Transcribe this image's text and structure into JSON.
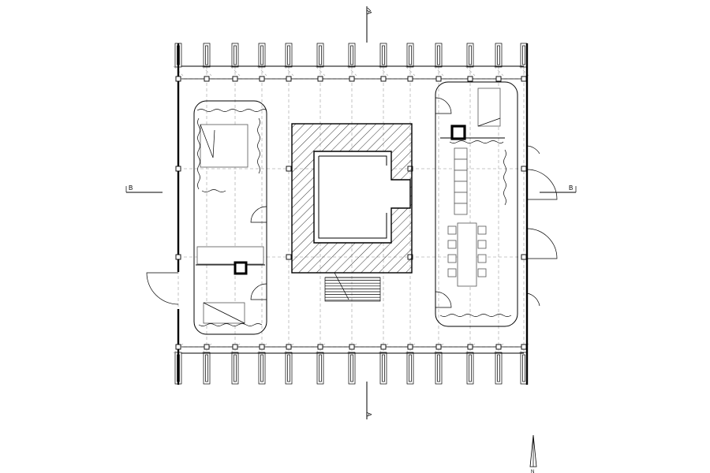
{
  "drawing": {
    "section_marks": {
      "a_top": "A",
      "a_bottom": "A",
      "b_left": "B",
      "b_right": "B"
    },
    "north_label": "N"
  }
}
